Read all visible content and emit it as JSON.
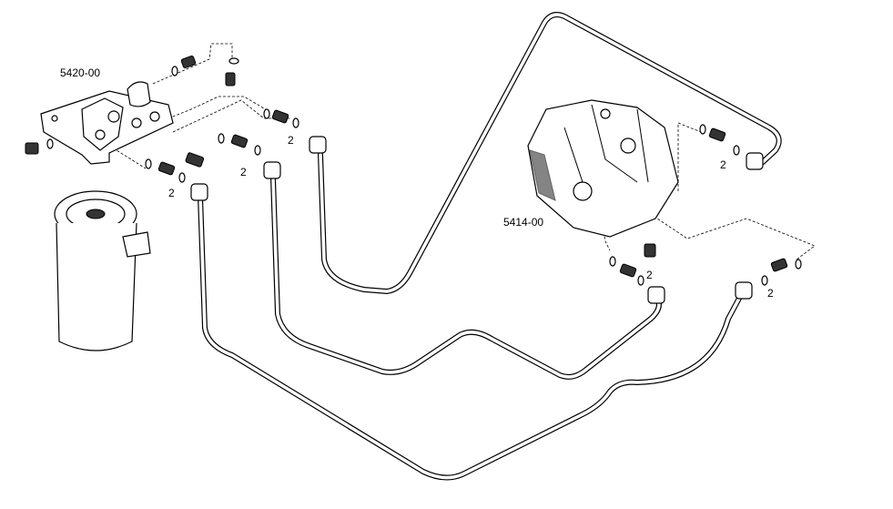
{
  "labels": {
    "filter_head": "5420-00",
    "pump": "5414-00",
    "seal_a": "2",
    "seal_b": "2",
    "seal_c": "2",
    "seal_d": "2",
    "seal_e": "2",
    "seal_f": "2"
  }
}
